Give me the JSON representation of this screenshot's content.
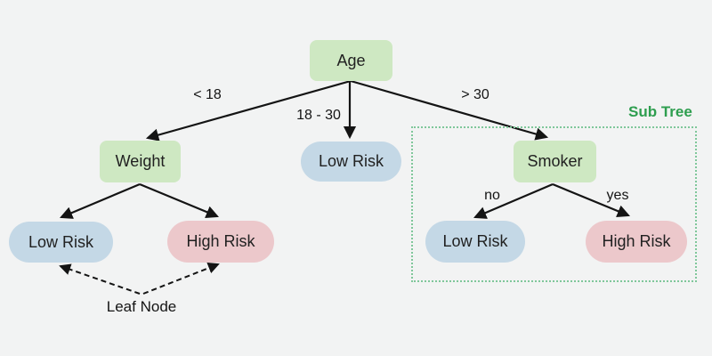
{
  "diagram": {
    "type": "decision-tree"
  },
  "nodes": {
    "age": {
      "label": "Age",
      "kind": "decision"
    },
    "weight": {
      "label": "Weight",
      "kind": "decision"
    },
    "smoker": {
      "label": "Smoker",
      "kind": "decision"
    },
    "low_risk_mid": {
      "label": "Low Risk",
      "kind": "leaf"
    },
    "low_risk_left": {
      "label": "Low Risk",
      "kind": "leaf"
    },
    "high_risk_left": {
      "label": "High Risk",
      "kind": "leaf"
    },
    "low_risk_right": {
      "label": "Low Risk",
      "kind": "leaf"
    },
    "high_risk_right": {
      "label": "High Risk",
      "kind": "leaf"
    }
  },
  "edge_labels": {
    "age_to_weight": "< 18",
    "age_to_low_risk": "18 - 30",
    "age_to_smoker": "> 30",
    "smoker_to_low_risk": "no",
    "smoker_to_high_risk": "yes"
  },
  "annotations": {
    "sub_tree": "Sub Tree",
    "leaf_node": "Leaf Node"
  },
  "colors": {
    "background": "#f2f3f3",
    "decision_node_fill": "#cee8c2",
    "low_risk_fill": "#c4d8e6",
    "high_risk_fill": "#ecc8cb",
    "node_text": "#212121",
    "arrow": "#141414",
    "subtree_label": "#2e9e4f",
    "subtree_border": "#7fc79a"
  }
}
